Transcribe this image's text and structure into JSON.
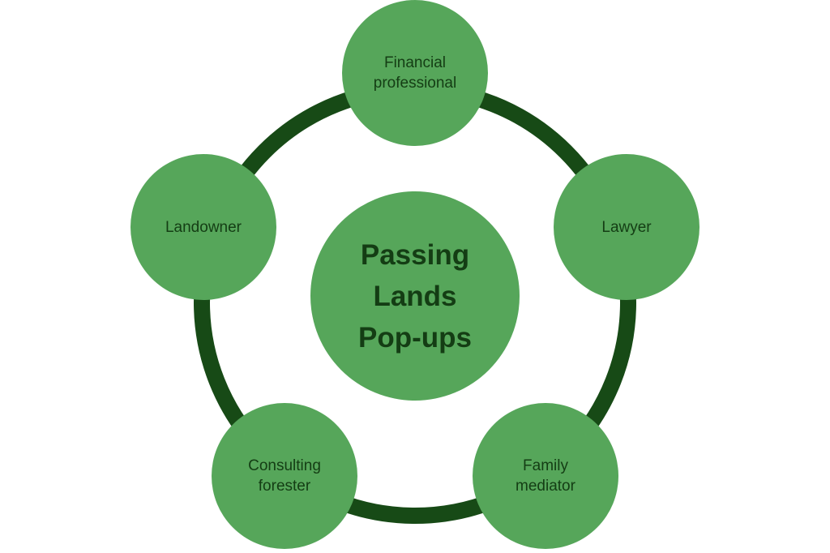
{
  "diagram": {
    "center": {
      "label": "Passing\nLands\nPop-ups"
    },
    "nodes": [
      {
        "label": "Financial\nprofessional"
      },
      {
        "label": "Lawyer"
      },
      {
        "label": "Family\nmediator"
      },
      {
        "label": "Consulting\nforester"
      },
      {
        "label": "Landowner"
      }
    ]
  },
  "colors": {
    "ring": "#174a16",
    "node_fill": "#56a65a",
    "text": "#143d14"
  }
}
